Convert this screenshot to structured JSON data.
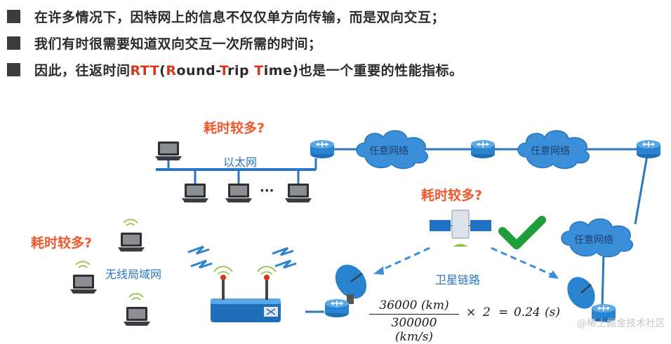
{
  "bullets": [
    {
      "text": "在许多情况下，因特网上的信息不仅仅单方向传输，而是双向交互；"
    },
    {
      "text": "我们有时很需要知道双向交互一次所需的时间；"
    },
    {
      "pre": "因此，往返时间",
      "rtt": "RTT",
      "paren_open": "(",
      "r": "R",
      "ound": "ound-",
      "t": "T",
      "rip": "rip ",
      "t2": "T",
      "ime": "ime)",
      "post": "也是一个重要的性能指标。"
    }
  ],
  "diagram": {
    "question": "耗时较多?",
    "ethernet_label": "以太网",
    "ellipsis": "···",
    "cloud_label": "任意网络",
    "wlan_label": "无线局域网",
    "satellite_link_label": "卫星链路",
    "formula": {
      "num": "36000  (km)",
      "den": "300000  (km/s)",
      "times": "×",
      "factor": "2",
      "eq": "=",
      "result": "0.24",
      "unit": "(s)"
    }
  },
  "colors": {
    "accent_red": "#d9351c",
    "question_orange": "#f0582b",
    "network_blue": "#2a76c2",
    "cloud_blue": "#3a8fd8",
    "check_green": "#1f9d3a"
  },
  "watermark": "@稀土掘金技术社区"
}
